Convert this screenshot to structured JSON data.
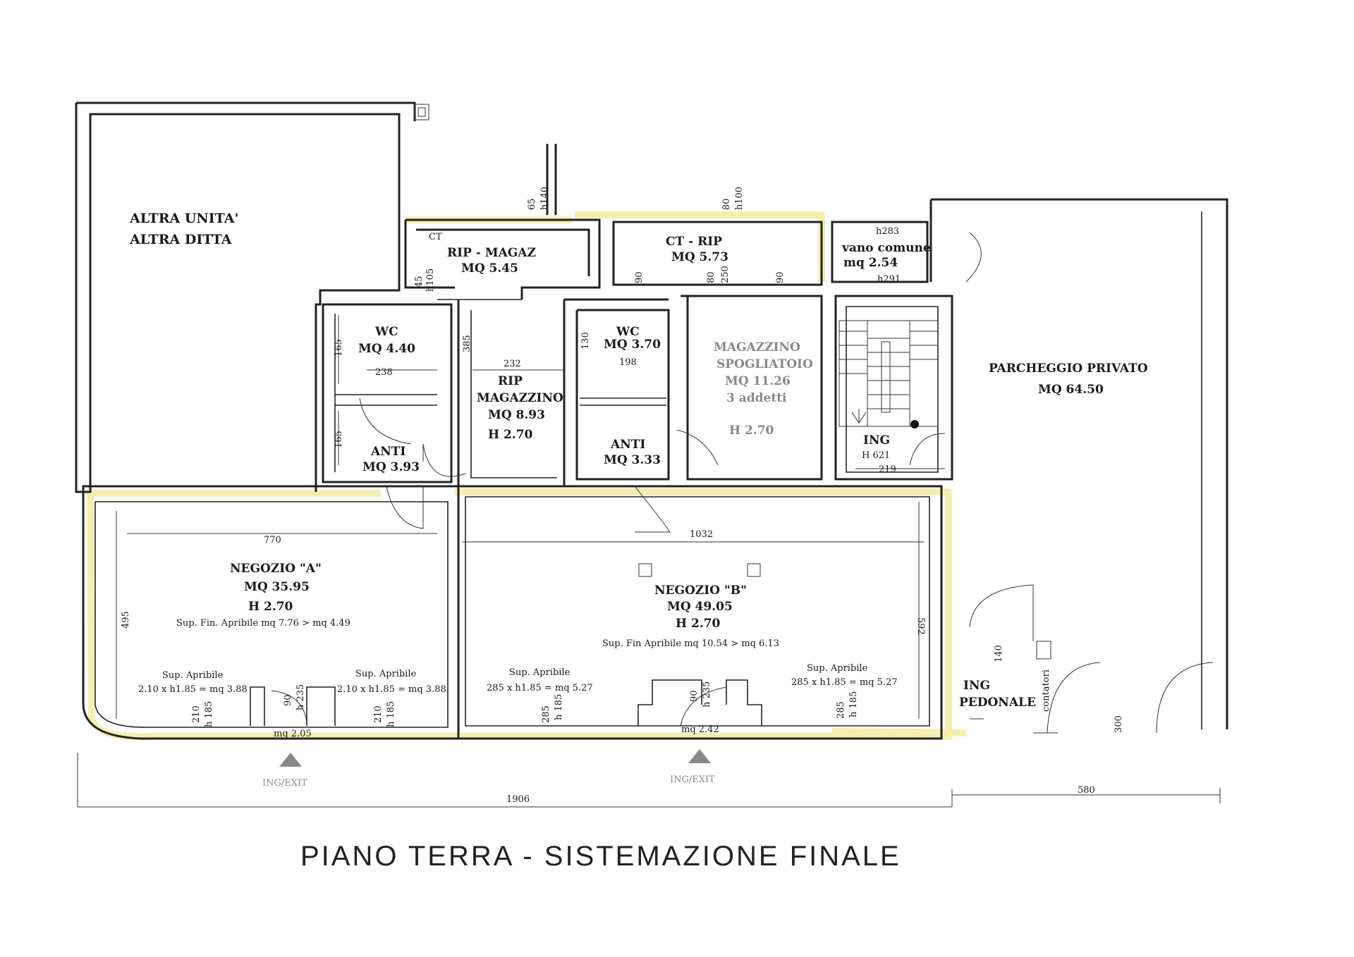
{
  "title": "PIANO TERRA - SISTEMAZIONE FINALE",
  "rooms": {
    "altra_unita": {
      "line1": "ALTRA UNITA'",
      "line2": "ALTRA DITTA"
    },
    "ct_small": "CT",
    "rip_magaz": {
      "name": "RIP - MAGAZ",
      "area": "MQ 5.45"
    },
    "ct_rip": {
      "name": "CT - RIP",
      "area": "MQ 5.73"
    },
    "vano_comune": {
      "h_top": "h283",
      "name": "vano comune",
      "area": "mq 2.54",
      "h_bottom": "h291"
    },
    "wc_left": {
      "name": "WC",
      "area": "MQ 4.40"
    },
    "wc_mid": {
      "name": "WC",
      "area": "MQ 3.70"
    },
    "rip_magazzino": {
      "name1": "RIP",
      "name2": "MAGAZZINO",
      "area": "MQ 8.93",
      "height": "H 2.70"
    },
    "magazzino_spogliatoio": {
      "name1": "MAGAZZINO",
      "name2": "SPOGLIATOIO",
      "area": "MQ 11.26",
      "staff": "3 addetti",
      "height": "H 2.70"
    },
    "anti_left": {
      "name": "ANTI",
      "area": "MQ 3.93"
    },
    "anti_mid": {
      "name": "ANTI",
      "area": "MQ 3.33"
    },
    "ing": {
      "name": "ING",
      "height": "H 621"
    },
    "parcheggio": {
      "name": "PARCHEGGIO PRIVATO",
      "area": "MQ 64.50"
    },
    "negozio_a": {
      "name": "NEGOZIO \"A\"",
      "area": "MQ 35.95",
      "height": "H 2.70",
      "sup_fin": "Sup. Fin. Apribile mq 7.76 > mq 4.49"
    },
    "negozio_b": {
      "name": "NEGOZIO \"B\"",
      "area": "MQ 49.05",
      "height": "H 2.70",
      "sup_fin": "Sup. Fin Apribile mq 10.54 > mq 6.13"
    },
    "ing_pedonale": {
      "line1": "ING",
      "line2": "PEDONALE"
    },
    "contatori": "contatori"
  },
  "openings": {
    "sup_apribile_label": "Sup. Apribile",
    "a_left_formula": "2.10 x h1.85 = mq 3.88",
    "a_right_formula": "2.10 x h1.85 = mq 3.88",
    "b_left_formula": "285 x h1.85 = mq 5.27",
    "b_right_formula": "285 x h1.85 = mq 5.27",
    "door_a_area": "mq 2.05",
    "door_b_area": "mq 2.42",
    "exit_label": "ING/EXIT"
  },
  "dimensions": {
    "d65": "65",
    "h140": "h140",
    "d80": "80",
    "h100": "h100",
    "d45": "45",
    "h105": "h105",
    "d90": "90",
    "d80b": "80",
    "d250": "250",
    "d90b": "90",
    "d165a": "165",
    "d165b": "165",
    "d238": "238",
    "d385": "385",
    "d232": "232",
    "d130": "130",
    "d198": "198",
    "d219": "219",
    "d770": "770",
    "d1032": "1032",
    "d495": "495",
    "d592": "592",
    "d140": "140",
    "d300": "300",
    "d210a": "210",
    "h185a": "h 185",
    "d90c": "90",
    "h235a": "h 235",
    "d210b": "210",
    "h185b": "h 185",
    "d285a": "285",
    "h185c": "h 185",
    "d90d": "90",
    "h235b": "h 235",
    "d285b": "285",
    "h185d": "h 185",
    "d1906": "1906",
    "d580": "580"
  }
}
